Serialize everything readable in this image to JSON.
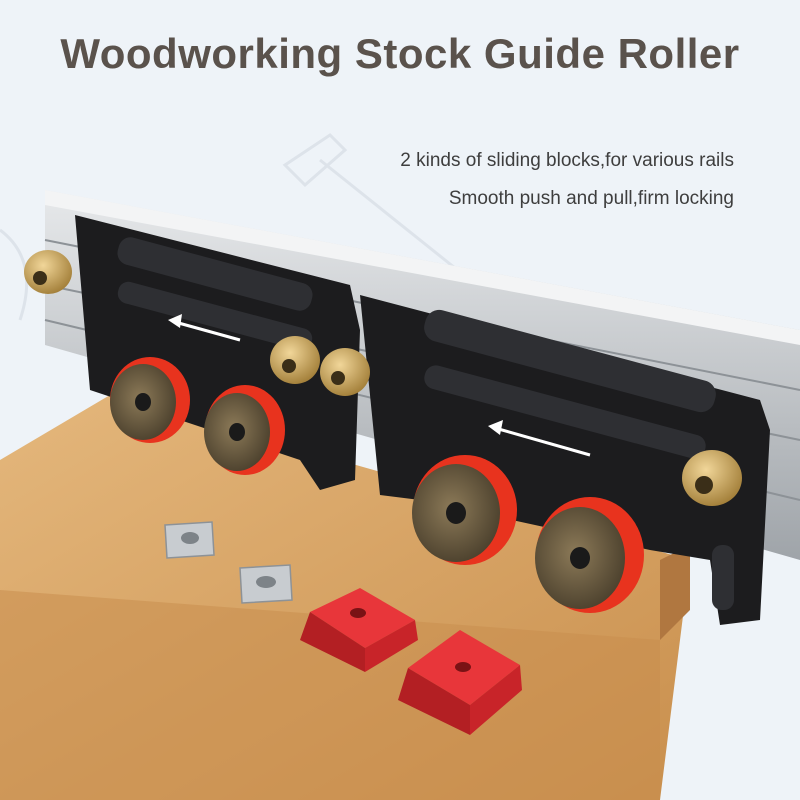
{
  "title": "Woodworking Stock Guide Roller",
  "features": [
    "2 kinds of sliding blocks,for various rails",
    "Smooth push and pull,firm locking"
  ],
  "colors": {
    "background": "#eef3f8",
    "title": "#5a524c",
    "wheel_rim": "#e8331e",
    "tnut_red": "#d8262a",
    "brass": "#c9a65a",
    "bracket": "#1c1c1e",
    "wood": "#d9a768",
    "rail": "#c9ccd0"
  },
  "icons": [
    "arrow-left-icon",
    "hammer-sketch-icon"
  ]
}
